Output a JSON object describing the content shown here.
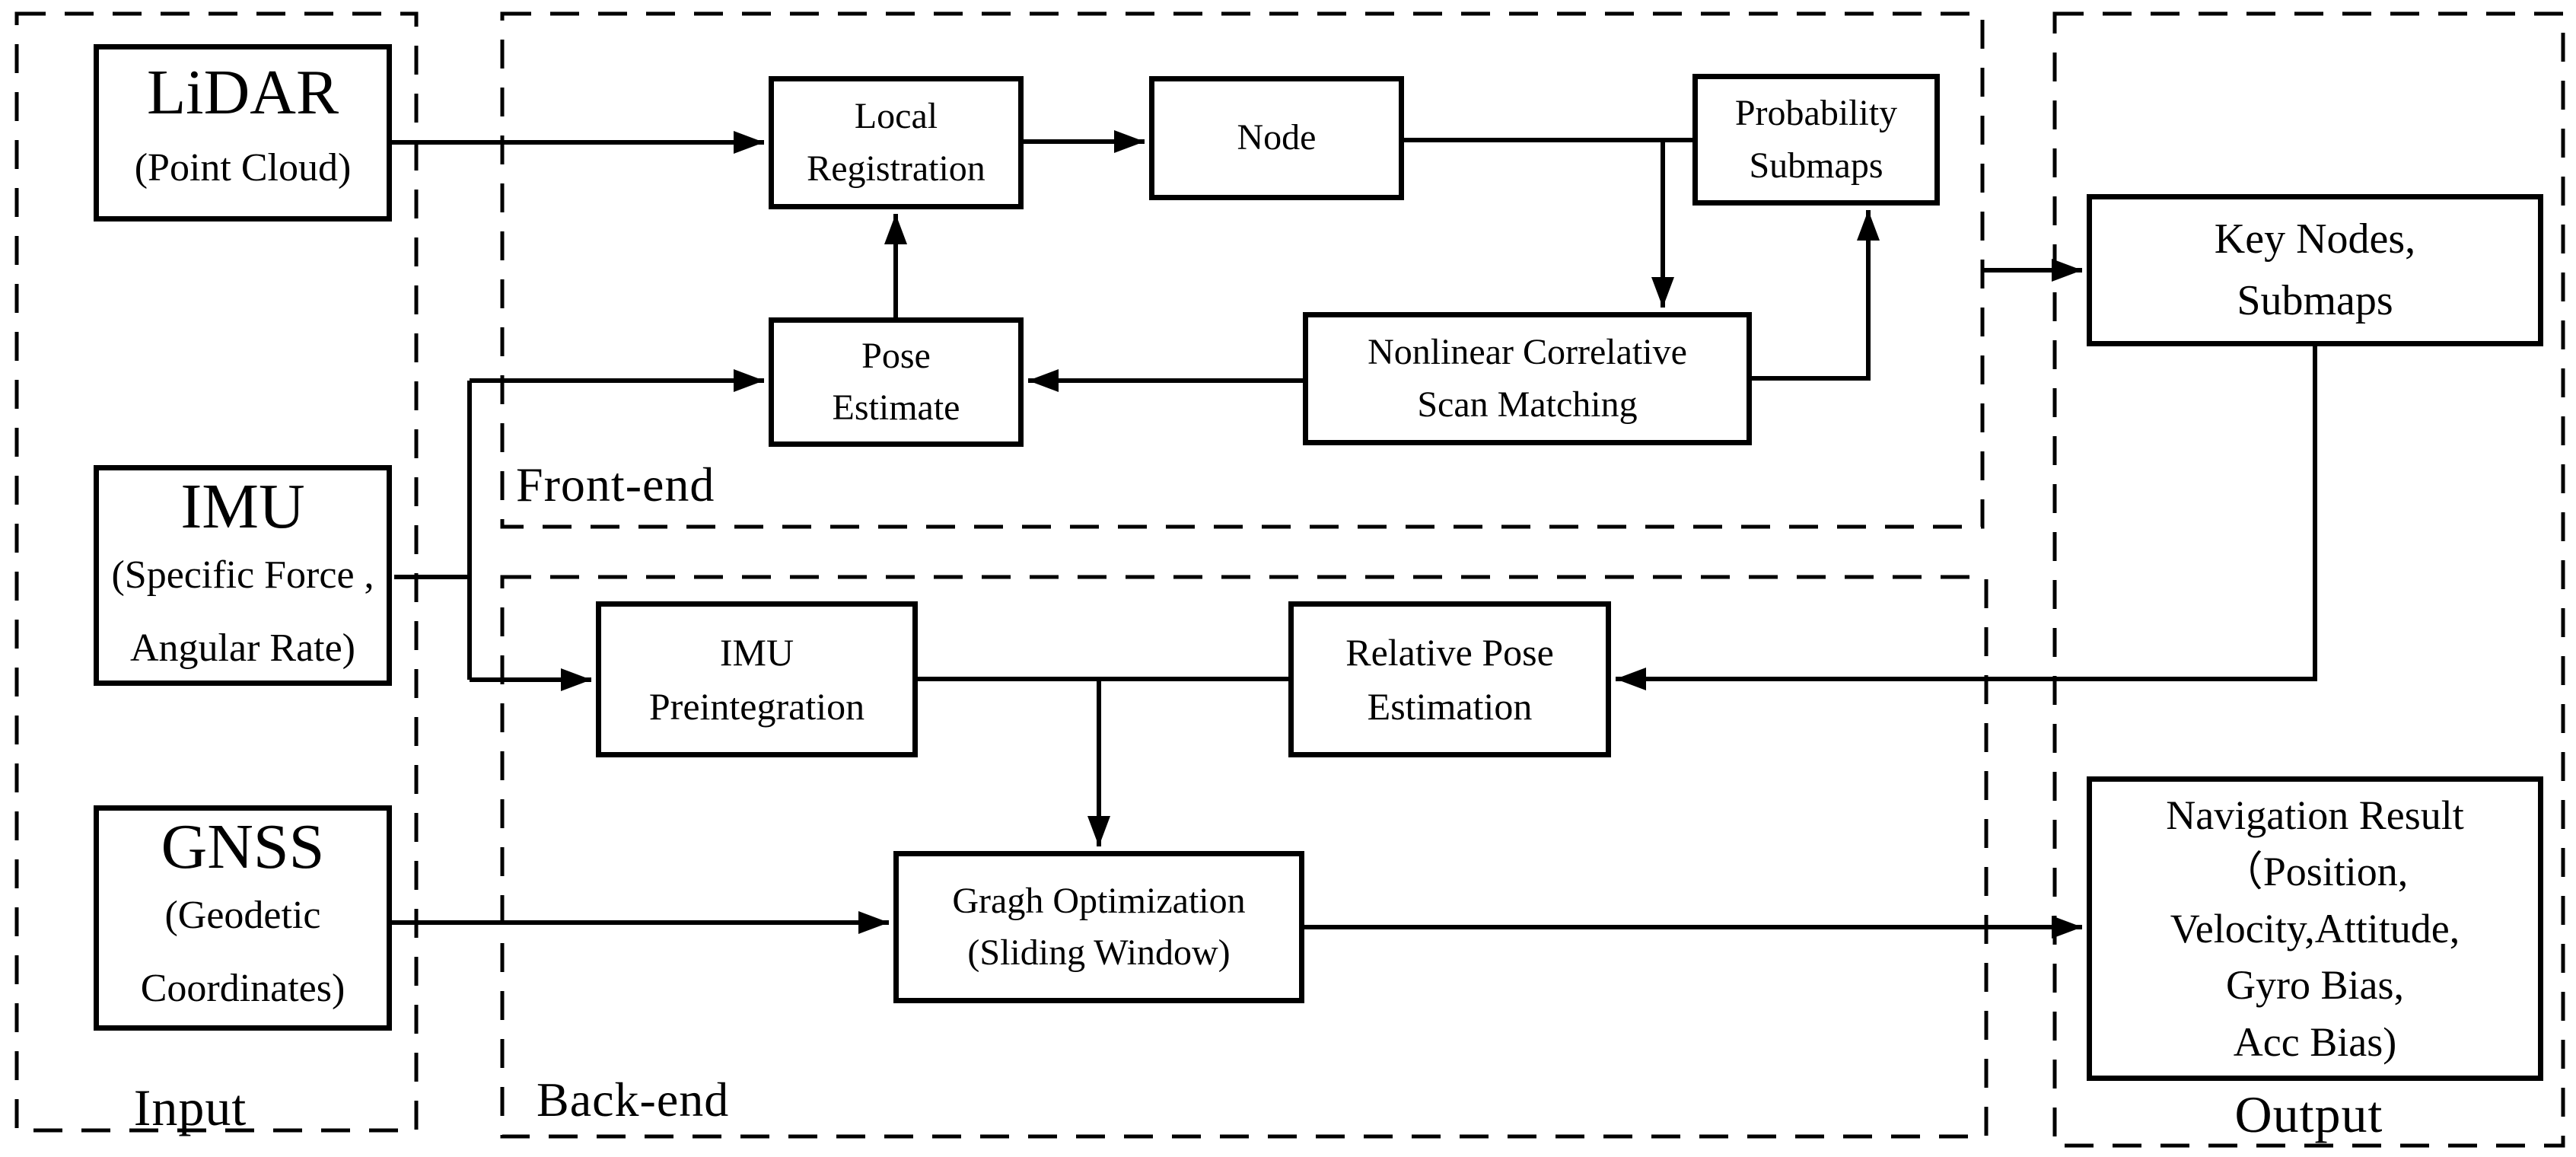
{
  "regions": {
    "input": {
      "label": "Input"
    },
    "front_end": {
      "label": "Front-end"
    },
    "back_end": {
      "label": "Back-end"
    },
    "output": {
      "label": "Output"
    }
  },
  "nodes": {
    "lidar": {
      "title": "LiDAR",
      "subtitle": "(Point Cloud)"
    },
    "imu": {
      "title": "IMU",
      "subtitle": "(Specific Force ,\nAngular Rate)"
    },
    "gnss": {
      "title": "GNSS",
      "subtitle": "(Geodetic\nCoordinates)"
    },
    "local_registration": {
      "label": "Local\nRegistration"
    },
    "node": {
      "label": "Node"
    },
    "probability_submaps": {
      "label": "Probability\nSubmaps"
    },
    "pose_estimate": {
      "label": "Pose\nEstimate"
    },
    "nonlinear_correlative_scan_matching": {
      "label": "Nonlinear Correlative\nScan Matching"
    },
    "imu_preintegration": {
      "label": "IMU\nPreintegration"
    },
    "relative_pose_estimation": {
      "label": "Relative Pose\nEstimation"
    },
    "graph_optimization": {
      "label": "Gragh Optimization\n(Sliding Window)"
    },
    "key_nodes_submaps": {
      "label": "Key Nodes,\nSubmaps"
    },
    "navigation_result": {
      "label": "Navigation Result\n（Position,\nVelocity,Attitude,\nGyro Bias,\nAcc Bias)"
    }
  },
  "colors": {
    "line": "#000000",
    "background": "#ffffff"
  }
}
